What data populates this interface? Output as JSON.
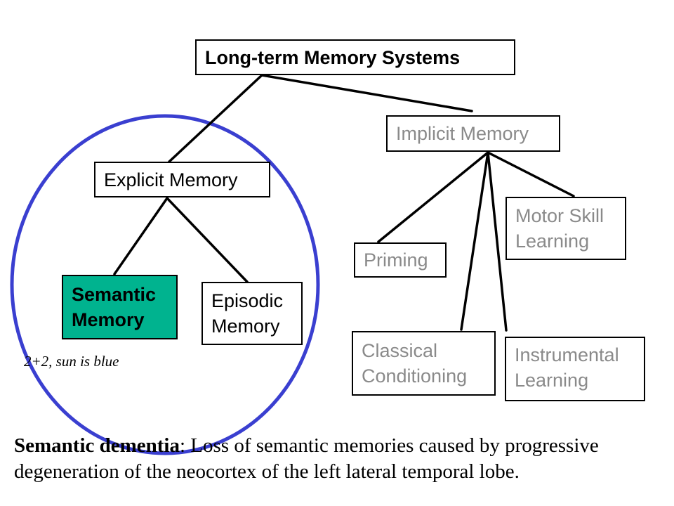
{
  "diagram": {
    "root": "Long-term Memory Systems",
    "explicit": "Explicit Memory",
    "implicit": "Implicit Memory",
    "semantic": "Semantic\nMemory",
    "episodic": "Episodic\nMemory",
    "priming": "Priming",
    "motor": "Motor Skill\nLearning",
    "classical": "Classical\nConditioning",
    "instrumental": "Instrumental\nLearning",
    "example": "2+2, sun is blue"
  },
  "caption": {
    "term": "Semantic dementia",
    "text": ": Loss of semantic memories caused by progressive degeneration of the neocortex of the left lateral temporal lobe."
  },
  "colors": {
    "semantic_fill": "#00b38f",
    "circle_stroke": "#3a3fd0",
    "implicit_text": "#8a8a8a"
  }
}
